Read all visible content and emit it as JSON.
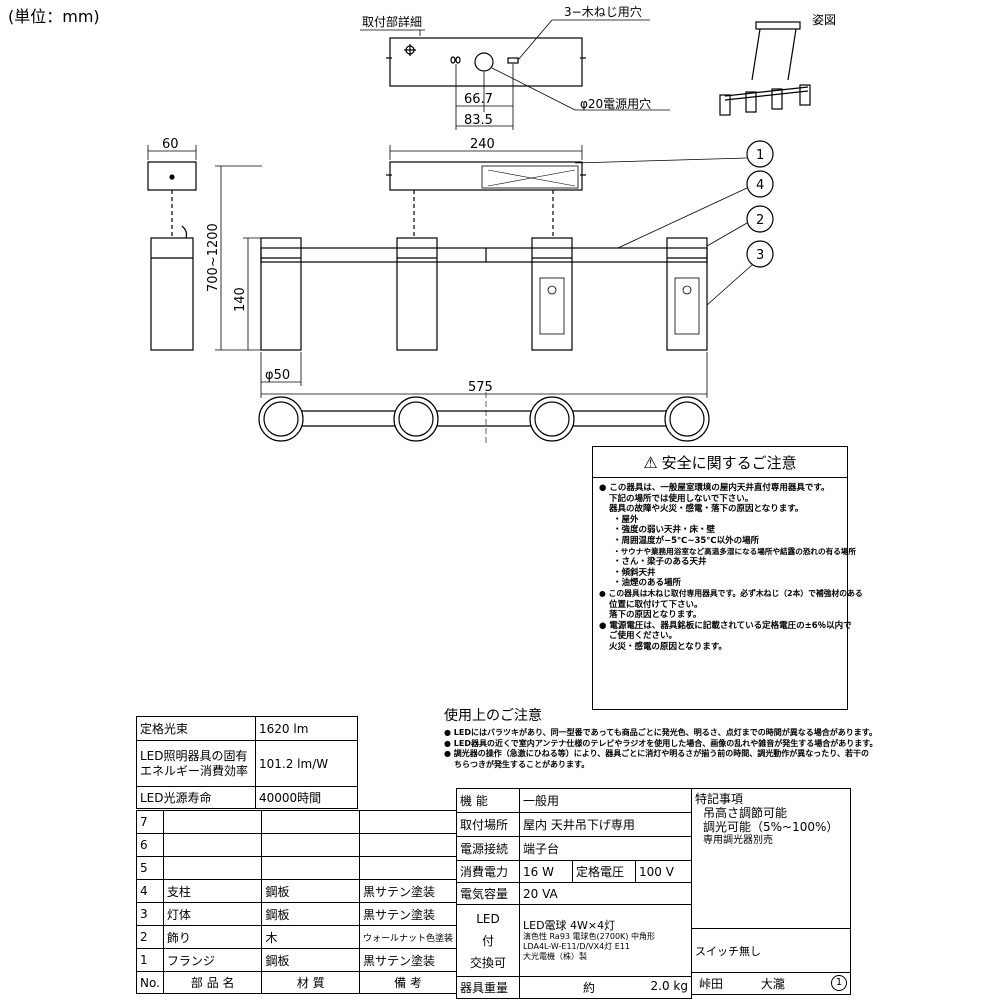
{
  "unit_label": "(単位：mm)",
  "detail_title": "取付部詳細",
  "detail_labels": {
    "screw_holes": "3−木ねじ用穴",
    "dim_66": "66.7",
    "dim_83": "83.5",
    "power_hole": "φ20電源用穴"
  },
  "view_label": "姿図",
  "dims": {
    "d60": "60",
    "d240": "240",
    "d700": "700~1200",
    "d140": "140",
    "d50": "φ50",
    "d575": "575"
  },
  "callouts": [
    "1",
    "4",
    "2",
    "3"
  ],
  "safety": {
    "title": "安全に関するご注意",
    "lines": [
      "● この器具は、一般屋室環境の屋内天井直付専用器具です。",
      "下記の場所では使用しないで下さい。",
      "器具の故障や火災・感電・落下の原因となります。",
      "・屋外",
      "・強度の弱い天井・床・壁",
      "・周囲温度が−5℃~35℃以外の場所",
      "・サウナや業務用浴室など高温多湿になる場所や結露の恐れの有る場所",
      "・さん・梁子のある天井",
      "・傾斜天井",
      "・油煙のある場所",
      "● この器具は木ねじ取付専用器具です。必ず木ねじ（2本）で補強材のある",
      "位置に取付けて下さい。",
      "落下の原因となります。",
      "● 電源電圧は、器具銘板に記載されている定格電圧の±6％以内で",
      "ご使用ください。",
      "火災・感電の原因となります。"
    ]
  },
  "usage": {
    "title": "使用上のご注意",
    "lines": [
      "● LEDにはバラツキがあり、同一型番であっても商品ごとに発光色、明るさ、点灯までの時間が異なる場合があります。",
      "● LED器具の近くで室内アンテナ仕様のテレビやラジオを使用した場合、画像の乱れや雑音が発生する場合があります。",
      "● 調光器の操作（急激にひねる等）により、器具ごとに消灯や明るさが揃う前の時間、調光動作が異なったり、若干の",
      "ちらつきが発生することがあります。"
    ]
  },
  "perf": {
    "flux_label": "定格光束",
    "flux_value": "1620 lm",
    "eff_label1": "LED照明器具の固有",
    "eff_label2": "エネルギー消費効率",
    "eff_value": "101.2 lm/W",
    "life_label": "LED光源寿命",
    "life_value": "40000時間"
  },
  "parts": {
    "rows": [
      {
        "no": "7",
        "name": "",
        "mat": "",
        "finish": ""
      },
      {
        "no": "6",
        "name": "",
        "mat": "",
        "finish": ""
      },
      {
        "no": "5",
        "name": "",
        "mat": "",
        "finish": ""
      },
      {
        "no": "4",
        "name": "支柱",
        "mat": "鋼板",
        "finish": "黒サテン塗装"
      },
      {
        "no": "3",
        "name": "灯体",
        "mat": "鋼板",
        "finish": "黒サテン塗装"
      },
      {
        "no": "2",
        "name": "飾り",
        "mat": "木",
        "finish": "ウォールナット色塗装"
      },
      {
        "no": "1",
        "name": "フランジ",
        "mat": "鋼板",
        "finish": "黒サテン塗装"
      }
    ],
    "header": {
      "no": "No.",
      "name": "部 品 名",
      "mat": "材 質",
      "finish": "備 考"
    }
  },
  "spec": {
    "func_label": "機 能",
    "func_value": "一般用",
    "mount_label": "取付場所",
    "mount_value": "屋内 天井吊下げ専用",
    "conn_label": "電源接続",
    "conn_value": "端子台",
    "power_label": "消費電力",
    "power_value": "16 W",
    "volt_label": "定格電圧",
    "volt_value": "100 V",
    "cap_label": "電気容量",
    "cap_value": "20 VA",
    "led_label1": "LED",
    "led_label2": "付",
    "led_label3": "交換可",
    "led_line1": "LED電球 4W×4灯",
    "led_line2": "演色性 Ra93 電球色(2700K) 中角形",
    "led_line3": "LDA4L-W-E11/D/VX4灯 E11",
    "led_line4": "大光電機（株）製",
    "weight_label": "器具重量",
    "weight_prefix": "約",
    "weight_value": "2.0 kg"
  },
  "notes": {
    "title": "特記事項",
    "line1": "吊高さ調節可能",
    "line2": "調光可能（5%~100%）",
    "line3": "専用調光器別売",
    "switch": "スイッチ無し",
    "person1": "峠田",
    "person2": "大瀧",
    "rev": "1"
  }
}
